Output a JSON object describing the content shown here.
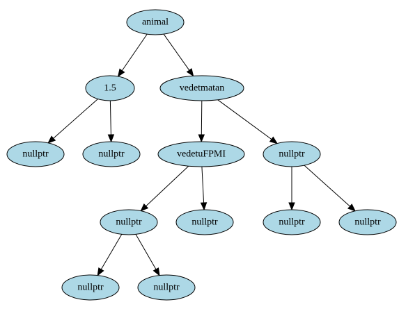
{
  "colors": {
    "node_fill": "#add8e6",
    "node_stroke": "#000000",
    "edge": "#000000",
    "background": "#ffffff"
  },
  "tree": {
    "nodes": [
      {
        "id": "n0",
        "label": "animal"
      },
      {
        "id": "n1",
        "label": "1.5"
      },
      {
        "id": "n2",
        "label": "vedetmatan"
      },
      {
        "id": "n3",
        "label": "nullptr"
      },
      {
        "id": "n4",
        "label": "nullptr"
      },
      {
        "id": "n5",
        "label": "vedetuFPMI"
      },
      {
        "id": "n6",
        "label": "nullptr"
      },
      {
        "id": "n7",
        "label": "nullptr"
      },
      {
        "id": "n8",
        "label": "nullptr"
      },
      {
        "id": "n9",
        "label": "nullptr"
      },
      {
        "id": "n10",
        "label": "nullptr"
      },
      {
        "id": "n11",
        "label": "nullptr"
      },
      {
        "id": "n12",
        "label": "nullptr"
      }
    ],
    "edges": [
      {
        "from": "n0",
        "to": "n1"
      },
      {
        "from": "n0",
        "to": "n2"
      },
      {
        "from": "n1",
        "to": "n3"
      },
      {
        "from": "n1",
        "to": "n4"
      },
      {
        "from": "n2",
        "to": "n5"
      },
      {
        "from": "n2",
        "to": "n6"
      },
      {
        "from": "n5",
        "to": "n7"
      },
      {
        "from": "n5",
        "to": "n8"
      },
      {
        "from": "n6",
        "to": "n9"
      },
      {
        "from": "n6",
        "to": "n10"
      },
      {
        "from": "n7",
        "to": "n11"
      },
      {
        "from": "n7",
        "to": "n12"
      }
    ]
  }
}
